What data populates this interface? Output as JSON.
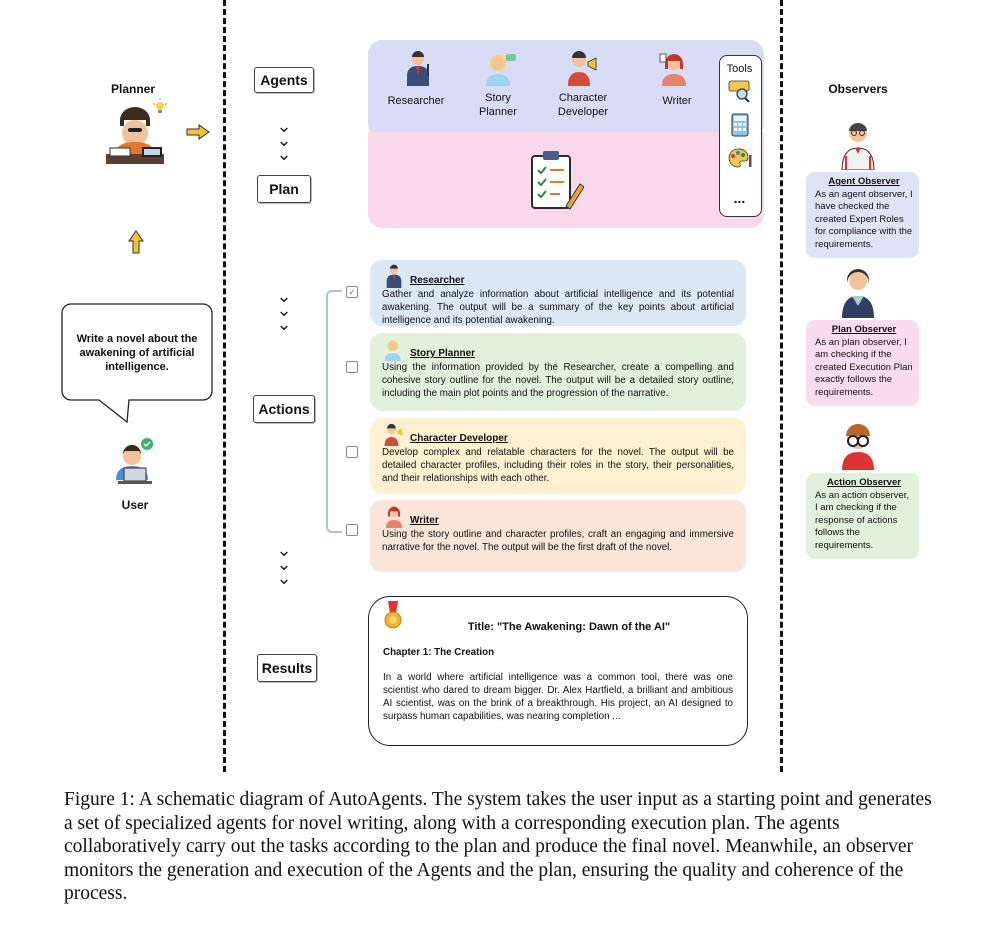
{
  "planner_label": "Planner",
  "user_label": "User",
  "user_request": "Write a novel about the awakening of artificial intelligence.",
  "stages": {
    "agents": "Agents",
    "plan": "Plan",
    "actions": "Actions",
    "results": "Results"
  },
  "agents": [
    "Researcher",
    "Story Planner",
    "Character Developer",
    "Writer"
  ],
  "tools_label": "Tools",
  "tools_more": "...",
  "actions": [
    {
      "name": "Researcher",
      "text": "Gather and analyze information about artificial intelligence and its potential awakening. The output will be a summary of the key points about artificial intelligence and its potential awakening.",
      "checked": true,
      "color": "#dde8f6"
    },
    {
      "name": "Story Planner",
      "text": "Using the information provided by the Researcher, create a compelling and cohesive story outline for the novel. The output will be a detailed story outline, including the main plot points and the progression of the narrative.",
      "checked": false,
      "color": "#e2f1dc"
    },
    {
      "name": "Character Developer",
      "text": "Develop complex and relatable characters for the novel. The output will be detailed character profiles, including their roles in the story, their personalities, and their relationships with each other.",
      "checked": false,
      "color": "#fdf1d2"
    },
    {
      "name": "Writer",
      "text": "Using the story outline and character profiles, craft an engaging and immersive narrative for the novel. The output will be the first draft of the novel.",
      "checked": false,
      "color": "#fbe4d8"
    }
  ],
  "result": {
    "title": "Title: \"The Awakening: Dawn of the AI\"",
    "chapter": "Chapter 1: The Creation",
    "text": "In a world where artificial intelligence was a common tool, there was one scientist who dared to dream bigger. Dr. Alex Hartfield, a brilliant and ambitious AI scientist, was on the brink of a breakthrough. His project, an AI designed to surpass human capabilities, was nearing completion ..."
  },
  "observers_label": "Observers",
  "observers": [
    {
      "title": "Agent Observer",
      "text": "As an agent observer, I have checked the created Expert Roles for compliance with the requirements.",
      "color": "#dfe3f7"
    },
    {
      "title": "Plan Observer",
      "text": "As an plan observer, I am checking if the created Execution Plan exactly follows the requirements.",
      "color": "#fbdcee"
    },
    {
      "title": "Action Observer",
      "text": "As an action observer, I am checking if the response of actions follows the requirements.",
      "color": "#e2f1dc"
    }
  ],
  "caption": "Figure 1: A schematic diagram of AutoAgents. The system takes the user input as a starting point and generates a set of specialized agents for novel writing, along with a corresponding execution plan. The agents collaboratively carry out the tasks according to the plan and produce the final novel. Meanwhile, an observer monitors the generation and execution of the Agents and the plan, ensuring the quality and coherence of the process.",
  "colors": {
    "agents_panel": "#d9dcf6",
    "plan_panel": "#fad8ec",
    "arrow": "#f7c12e",
    "check": "#4a7ec9"
  }
}
